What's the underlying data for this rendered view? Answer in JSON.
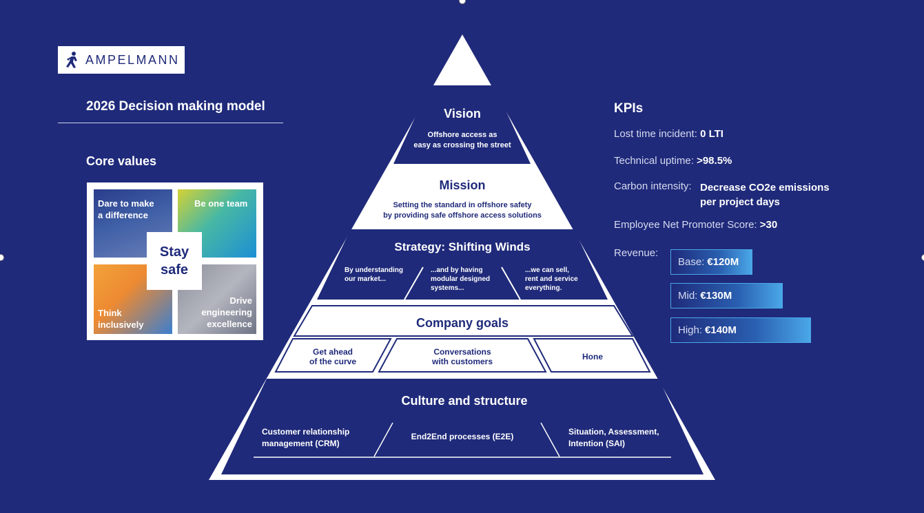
{
  "logo": {
    "text": "AMPELMANN"
  },
  "left": {
    "model_title": "2026 Decision making model",
    "core_values_title": "Core values",
    "tiles": [
      "Dare to make\na difference",
      "Be one team",
      "Think\ninclusively",
      "Drive\nengineering\nexcellence"
    ],
    "center": "Stay\nsafe"
  },
  "pyramid": {
    "vision": {
      "title": "Vision",
      "text": "Offshore access as\neasy as crossing the street"
    },
    "mission": {
      "title": "Mission",
      "text": "Setting the standard in offshore safety\nby providing safe offshore access solutions"
    },
    "strategy": {
      "title": "Strategy: Shifting Winds",
      "items": [
        "By understanding\nour market...",
        "...and by having\nmodular designed\nsystems...",
        "...we can sell,\nrent and service\neverything."
      ]
    },
    "goals": {
      "title": "Company goals",
      "items": [
        "Get ahead\nof the curve",
        "Conversations\nwith customers",
        "Hone"
      ]
    },
    "culture": {
      "title": "Culture and structure",
      "items": [
        "Customer relationship\nmanagement (CRM)",
        "End2End processes (E2E)",
        "Situation, Assessment,\nIntention (SAI)"
      ]
    }
  },
  "kpis": {
    "title": "KPIs",
    "lti_label": "Lost time incident:",
    "lti_value": "0 LTI",
    "uptime_label": "Technical uptime:",
    "uptime_value": ">98.5%",
    "carbon_label": "Carbon intensity:",
    "carbon_value": "Decrease CO2e emissions\nper project days",
    "enps_label": "Employee Net Promoter Score:",
    "enps_value": ">30",
    "revenue_label": "Revenue:",
    "revenue": [
      {
        "label": "Base:",
        "value": "€120M"
      },
      {
        "label": "Mid:",
        "value": "€130M"
      },
      {
        "label": "High:",
        "value": "€140M"
      }
    ]
  },
  "colors": {
    "background": "#1f2a7a",
    "accent": "#4aa7e8"
  }
}
